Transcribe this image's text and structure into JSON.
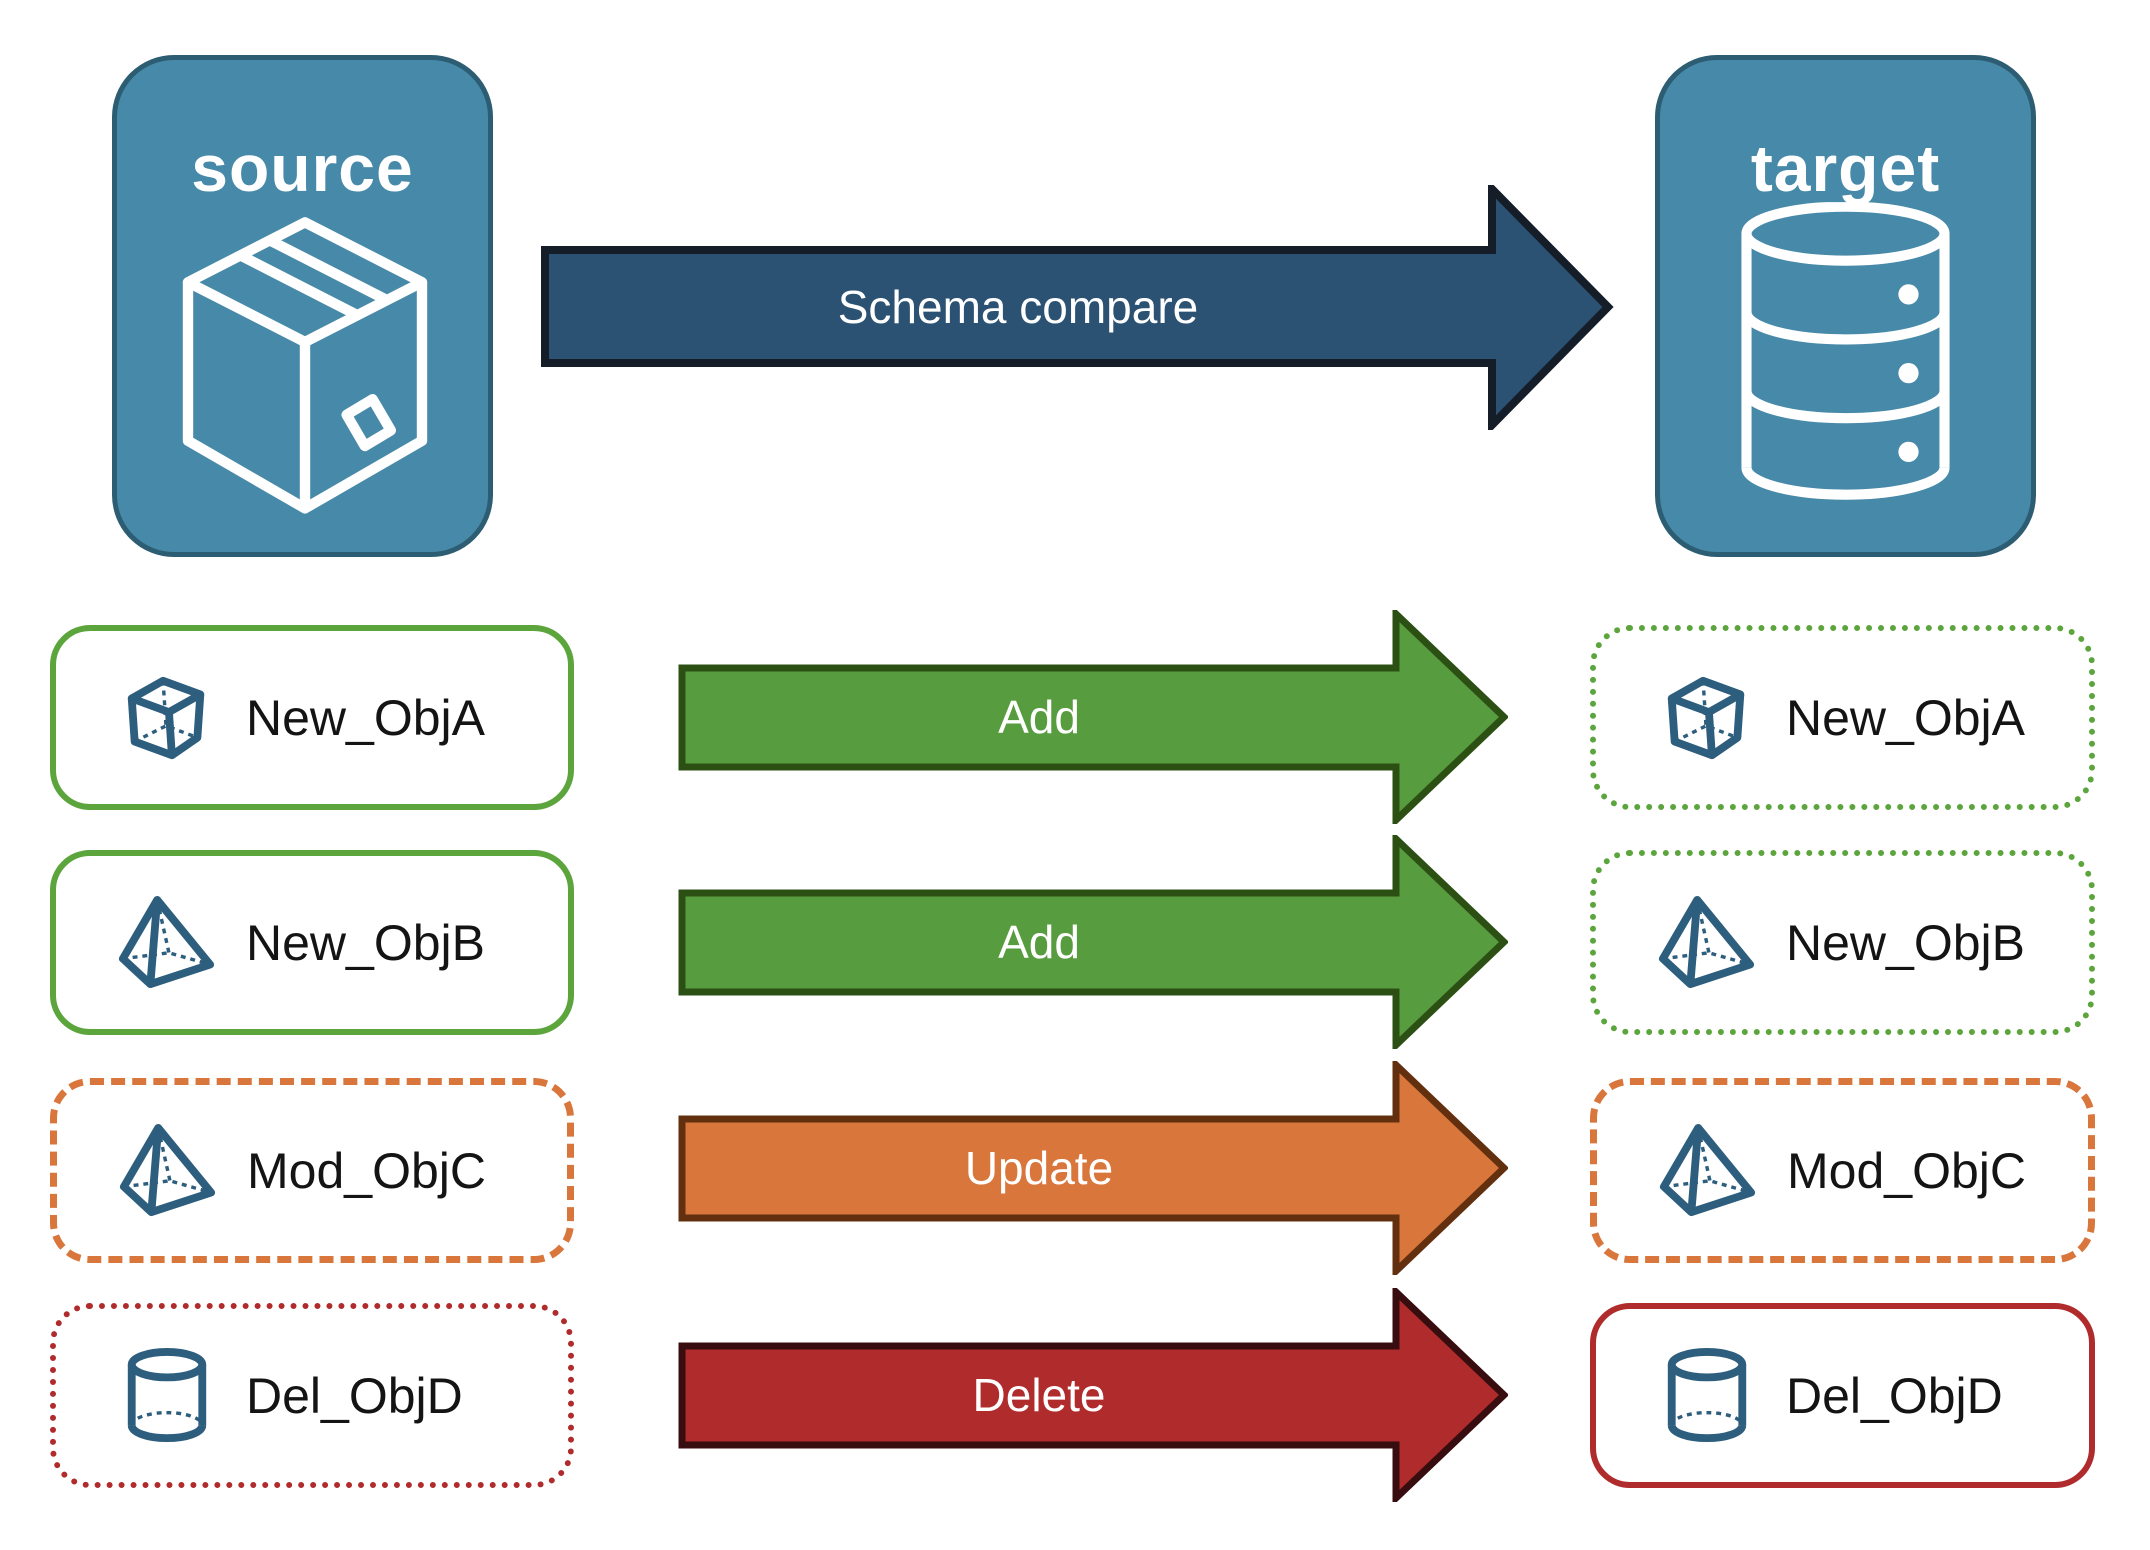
{
  "source_panel": {
    "title": "source",
    "icon": "package-box-icon"
  },
  "target_panel": {
    "title": "target",
    "icon": "database-icon"
  },
  "compare_arrow": {
    "label": "Schema compare"
  },
  "colors": {
    "panel_fill": "#4789A8",
    "panel_border": "#2C5D72",
    "compare_arrow_fill": "#2B5273",
    "compare_arrow_border": "#141D28",
    "add_arrow_fill": "#579C3E",
    "add_arrow_border": "#2C5014",
    "update_arrow_fill": "#D8763C",
    "update_arrow_border": "#63300F",
    "delete_arrow_fill": "#B02B2B",
    "delete_arrow_border": "#380D0F",
    "item_border_green": "#5CA53D",
    "item_border_orange": "#D8763C",
    "item_border_red": "#B02B2B",
    "object_icon_blue": "#2E5E7E",
    "label_text": "#141414"
  },
  "rows": [
    {
      "left": {
        "label": "New_ObjA",
        "icon": "cube-3d-icon",
        "icon_ref": "#sym-cube",
        "border_style": "solid green"
      },
      "arrow": {
        "label": "Add",
        "action": "add"
      },
      "right": {
        "label": "New_ObjA",
        "icon": "cube-3d-icon",
        "icon_ref": "#sym-cube",
        "border_style": "dotted green"
      }
    },
    {
      "left": {
        "label": "New_ObjB",
        "icon": "pyramid-3d-icon",
        "icon_ref": "#sym-pyramid",
        "border_style": "solid green"
      },
      "arrow": {
        "label": "Add",
        "action": "add"
      },
      "right": {
        "label": "New_ObjB",
        "icon": "pyramid-3d-icon",
        "icon_ref": "#sym-pyramid",
        "border_style": "dotted green"
      }
    },
    {
      "left": {
        "label": "Mod_ObjC",
        "icon": "pyramid-3d-icon",
        "icon_ref": "#sym-pyramid",
        "border_style": "dashed orange"
      },
      "arrow": {
        "label": "Update",
        "action": "update"
      },
      "right": {
        "label": "Mod_ObjC",
        "icon": "pyramid-3d-icon",
        "icon_ref": "#sym-pyramid",
        "border_style": "dashed orange"
      }
    },
    {
      "left": {
        "label": "Del_ObjD",
        "icon": "cylinder-3d-icon",
        "icon_ref": "#sym-cylinder",
        "border_style": "dotted red"
      },
      "arrow": {
        "label": "Delete",
        "action": "delete"
      },
      "right": {
        "label": "Del_ObjD",
        "icon": "cylinder-3d-icon",
        "icon_ref": "#sym-cylinder",
        "border_style": "solid red"
      }
    }
  ]
}
